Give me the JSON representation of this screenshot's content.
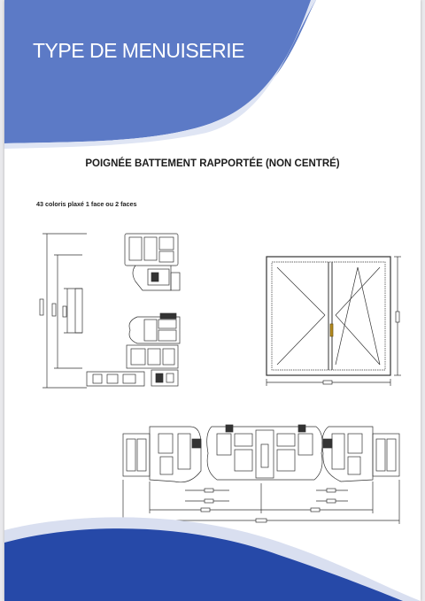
{
  "page": {
    "title": "TYPE DE MENUISERIE",
    "subtitle": "POIGNÉE BATTEMENT RAPPORTÉE (NON CENTRÉ)",
    "note": "43 coloris plaxé 1 face ou 2 faces"
  },
  "colors": {
    "brand_blue": "#5c7ac6",
    "brand_blue_dark": "#2649a8",
    "line": "#333333"
  }
}
